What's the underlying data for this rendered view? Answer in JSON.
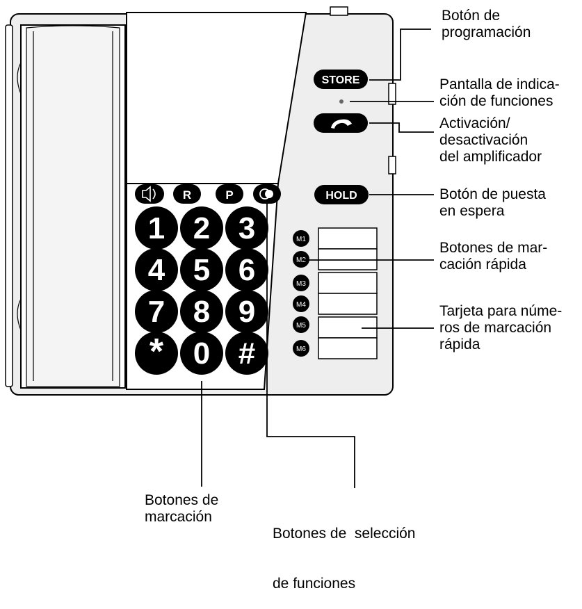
{
  "phone": {
    "buttons": {
      "store": "STORE",
      "hold": "HOLD",
      "redial": "R",
      "pause": "P"
    },
    "keypad": [
      "1",
      "2",
      "3",
      "4",
      "5",
      "6",
      "7",
      "8",
      "9",
      "*",
      "0",
      "#"
    ],
    "memory_keys": [
      "M1",
      "M2",
      "M3",
      "M4",
      "M5",
      "M6"
    ]
  },
  "callouts": {
    "programming": [
      "Botón de",
      "programación"
    ],
    "indicator": [
      "Pantalla de indica-",
      "ción de funciones"
    ],
    "amplifier": [
      "Activación/",
      "desactivación",
      "del amplificador"
    ],
    "hold": [
      "Botón de puesta",
      "en espera"
    ],
    "speed_dial": [
      "Botones de mar-",
      "cación rápida"
    ],
    "card": [
      "Tarjeta para núme-",
      "ros de marcación",
      "rápida"
    ],
    "dial_buttons": [
      "Botones de",
      "marcación"
    ],
    "function_buttons": [
      "Botones de  selección",
      "de funciones"
    ]
  }
}
